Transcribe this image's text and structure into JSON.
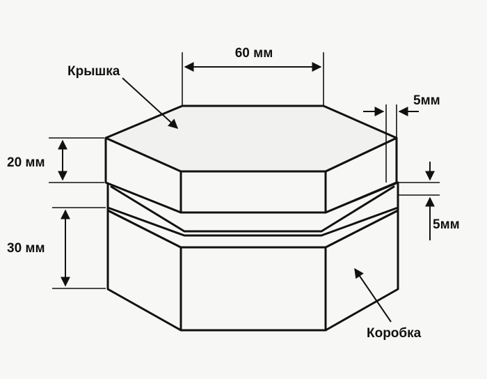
{
  "labels": {
    "lid": "Крышка",
    "box": "Коробка"
  },
  "dimensions": {
    "top_width": "60 мм",
    "lid_height": "20 мм",
    "box_height": "30 мм",
    "step_offset": "5мм",
    "gap_height": "5мм"
  }
}
